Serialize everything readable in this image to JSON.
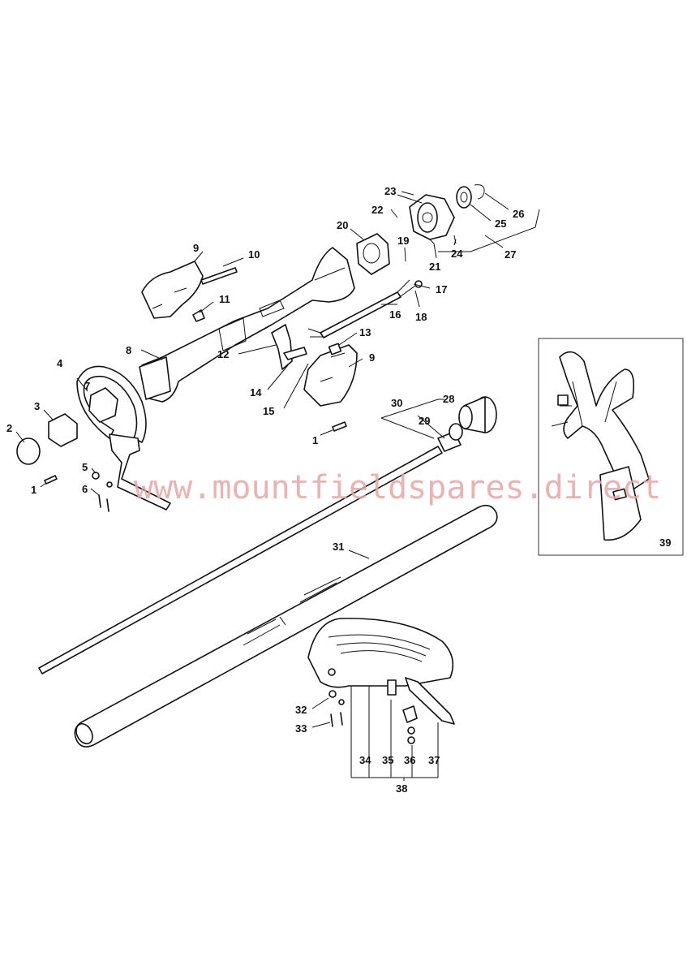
{
  "watermark": "www.mountfieldspares.direct",
  "callouts": {
    "c1a": "1",
    "c1b": "1",
    "c2": "2",
    "c3": "3",
    "c4": "4",
    "c5": "5",
    "c6": "6",
    "c7": "7",
    "c8": "8",
    "c9a": "9",
    "c9b": "9",
    "c10": "10",
    "c11": "11",
    "c12": "12",
    "c13": "13",
    "c14": "14",
    "c15": "15",
    "c16": "16",
    "c17": "17",
    "c18": "18",
    "c19": "19",
    "c20": "20",
    "c21": "21",
    "c22": "22",
    "c23": "23",
    "c24": "24",
    "c25": "25",
    "c26": "26",
    "c27": "27",
    "c28": "28",
    "c29": "29",
    "c30": "30",
    "c31": "31",
    "c32": "32",
    "c33": "33",
    "c34": "34",
    "c35": "35",
    "c36": "36",
    "c37": "37",
    "c38": "38",
    "c39": "39"
  }
}
